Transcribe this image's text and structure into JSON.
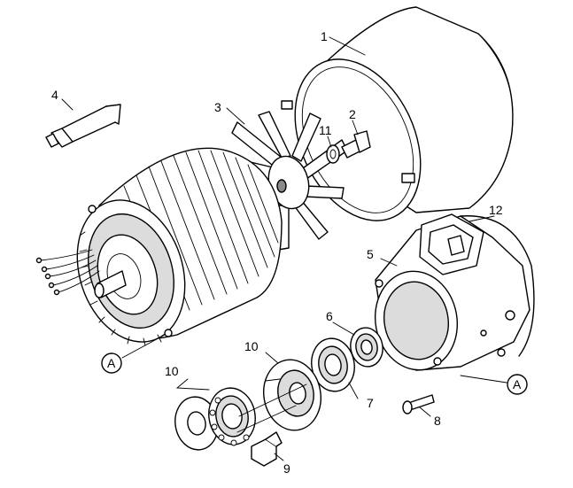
{
  "callouts": {
    "c1": "1",
    "c2": "2",
    "c3": "3",
    "c4": "4",
    "c5": "5",
    "c6": "6",
    "c7": "7",
    "c8": "8",
    "c9": "9",
    "c10a": "10",
    "c10b": "10",
    "c11": "11",
    "c12": "12"
  },
  "connectors": {
    "left": "A",
    "right": "A"
  }
}
